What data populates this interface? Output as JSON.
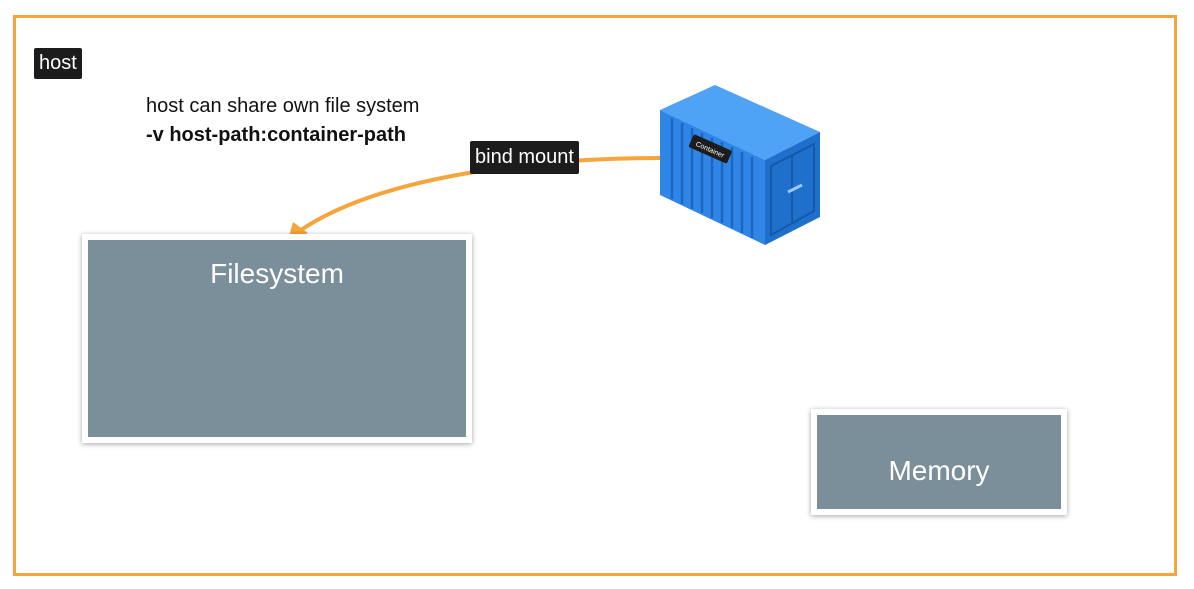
{
  "host": {
    "label": "host",
    "description": "host can share own file system",
    "command": "-v host-path:container-path"
  },
  "connector": {
    "label": "bind mount"
  },
  "container": {
    "icon": "shipping-container-icon",
    "tag": "Container"
  },
  "filesystem": {
    "title": "Filesystem"
  },
  "memory": {
    "title": "Memory"
  },
  "colors": {
    "frame": "#f6a43c",
    "arrow": "#f6a43c",
    "box_fill": "#7a8f9a",
    "label_bg": "#1c1c1c",
    "container_blue": "#2f86e6"
  }
}
